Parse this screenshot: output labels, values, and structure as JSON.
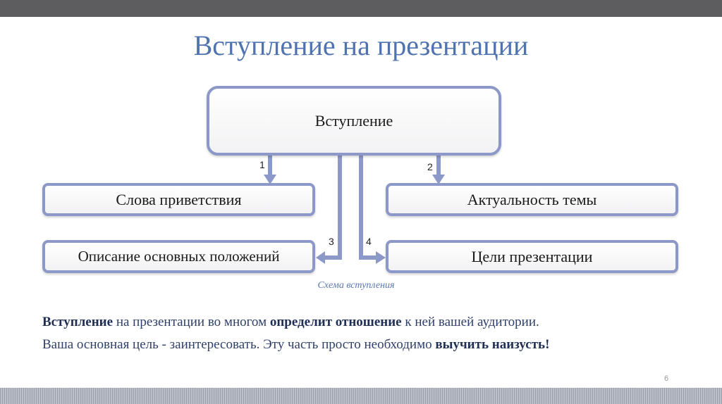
{
  "slide": {
    "title": "Вступление на презентации",
    "page_number": "6"
  },
  "diagram": {
    "main_box": "Вступление",
    "greeting_box": "Слова приветствия",
    "topic_box": "Актуальность темы",
    "description_box": "Описание основных положений",
    "goals_box": "Цели презентации",
    "arrow_labels": [
      "1",
      "2",
      "3",
      "4"
    ],
    "caption": "Схема вступления",
    "border_color": "#8b98c8"
  },
  "body": {
    "line1": {
      "b1": "Вступление",
      "t1": " на презентации во многом ",
      "b2": "определит отношение",
      "t2": " к ней вашей аудитории."
    },
    "line2": {
      "t1": "Ваша основная цель - заинтересовать. Эту часть просто необходимо ",
      "b1": "выучить наизусть!"
    }
  }
}
